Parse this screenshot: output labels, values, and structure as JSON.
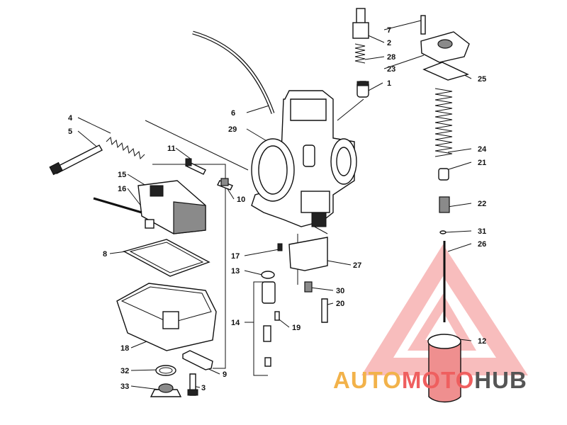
{
  "diagram": {
    "type": "exploded-parts-diagram",
    "callouts": [
      "1",
      "2",
      "3",
      "4",
      "5",
      "6",
      "7",
      "8",
      "9",
      "10",
      "11",
      "12",
      "13",
      "14",
      "15",
      "16",
      "17",
      "18",
      "19",
      "20",
      "21",
      "22",
      "23",
      "24",
      "25",
      "26",
      "27",
      "28",
      "29",
      "30",
      "31",
      "32",
      "33"
    ]
  },
  "watermark": {
    "brand_auto": "AUTO",
    "brand_moto": "MOTO",
    "brand_hub": "HUB",
    "colors": {
      "auto": "#f2b24a",
      "moto": "#ef5f5f",
      "hub": "#555555",
      "logo": "#ef5f5f"
    }
  }
}
